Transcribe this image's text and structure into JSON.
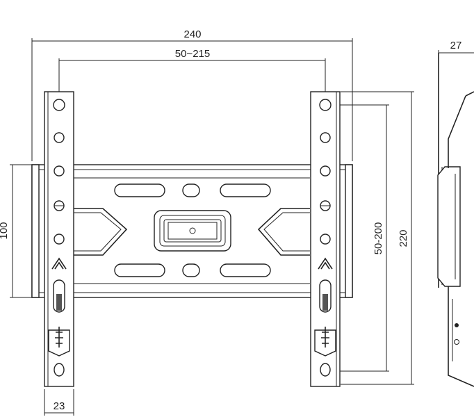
{
  "dimensions": {
    "overall_width": "240",
    "hole_span": "50~215",
    "depth": "27",
    "vertical_span": "50-200",
    "overall_height": "220",
    "plate_height": "100",
    "bracket_width": "23"
  },
  "colors": {
    "line": "#222222",
    "background": "#ffffff"
  },
  "icons": [
    "up-chevron-icon",
    "lock-screw-icon"
  ]
}
